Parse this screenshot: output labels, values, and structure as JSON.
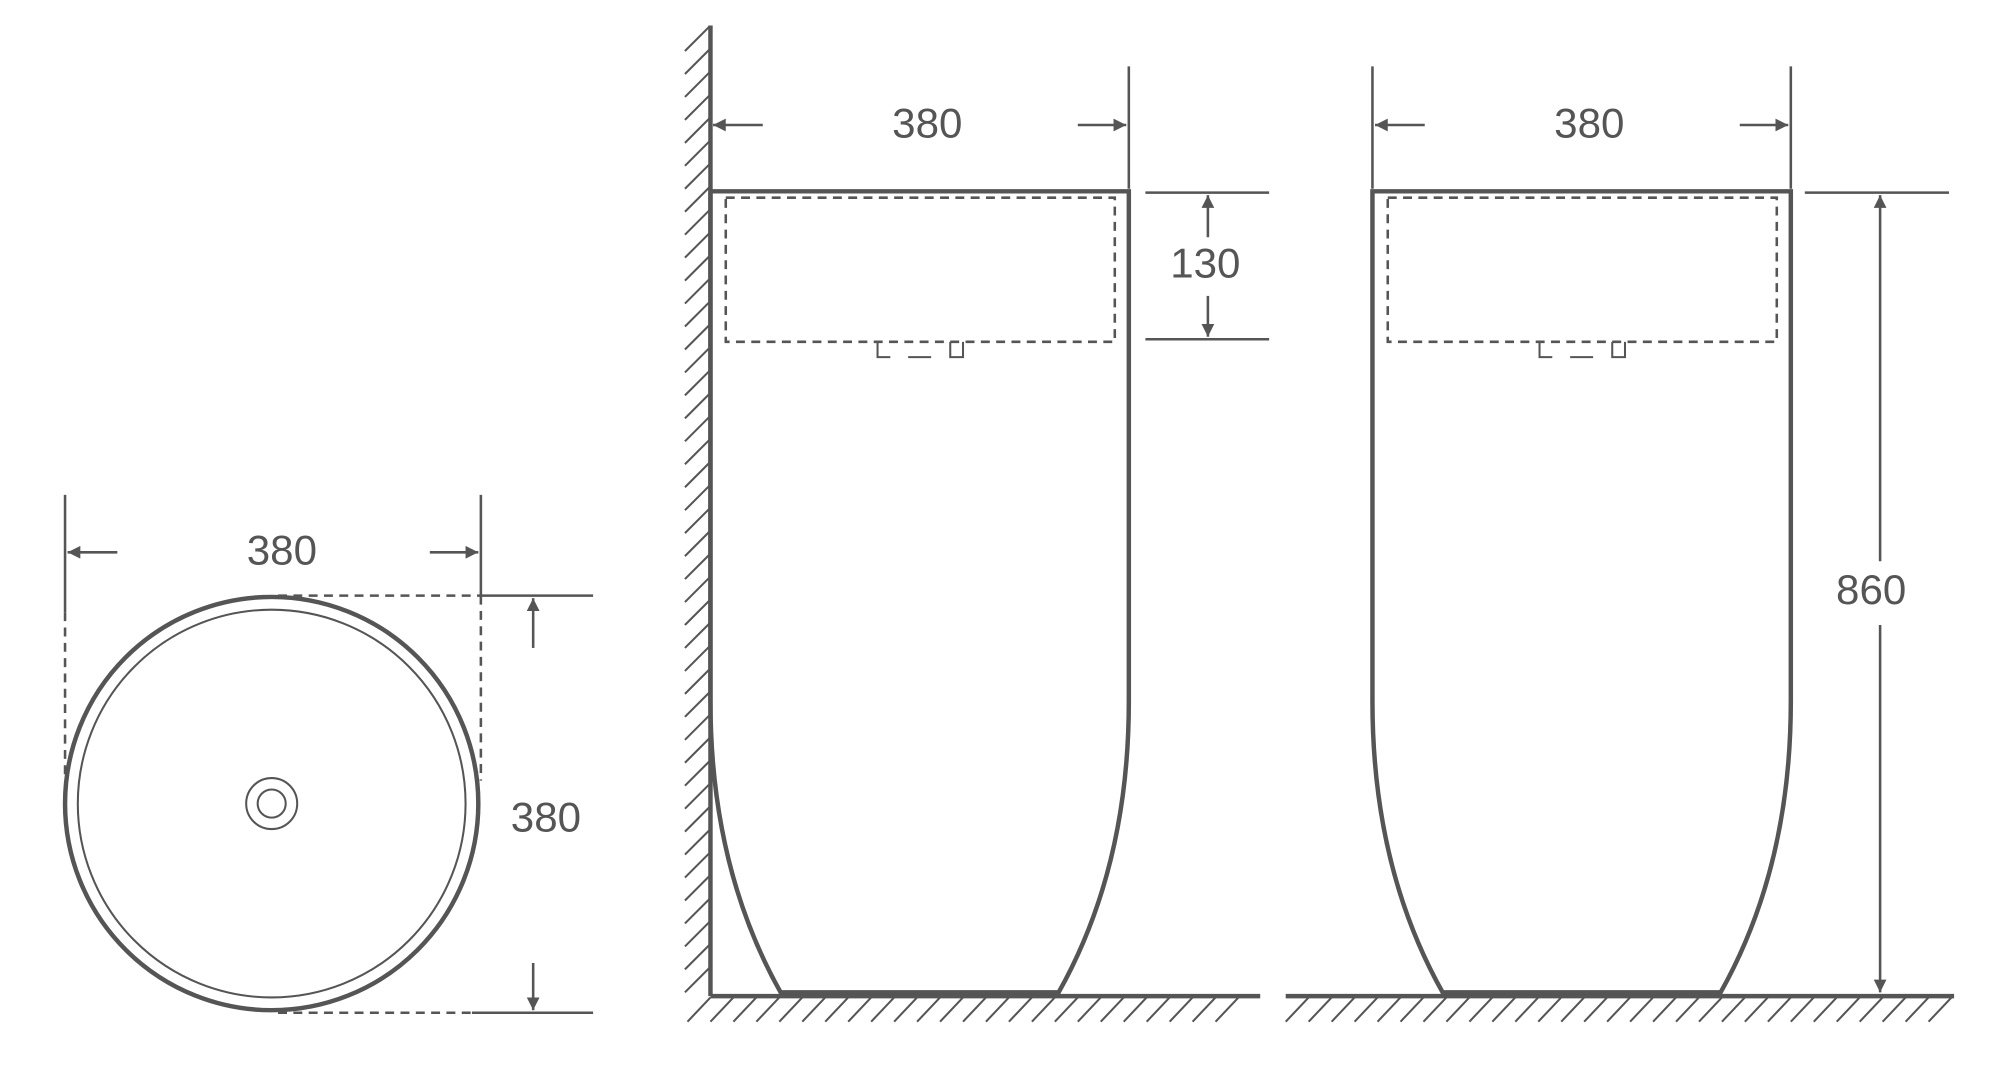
{
  "top_view": {
    "width_label": "380",
    "depth_label": "380"
  },
  "side_view_wall": {
    "width_label": "380",
    "basin_depth_label": "130"
  },
  "side_view_free": {
    "width_label": "380",
    "height_label": "860"
  },
  "colors": {
    "line": "#555555",
    "background": "#ffffff"
  }
}
